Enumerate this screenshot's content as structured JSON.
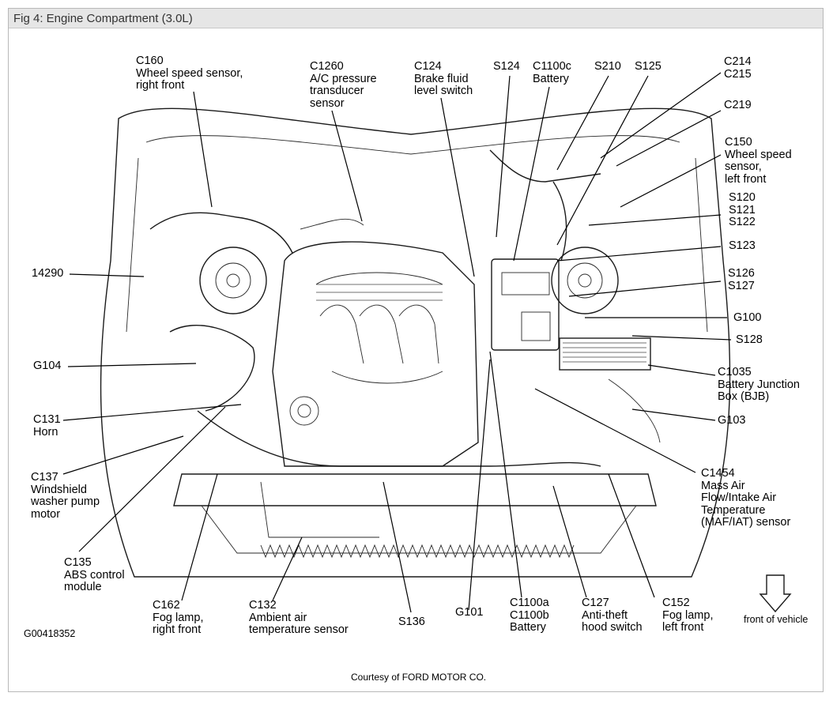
{
  "figure": {
    "title": "Fig 4: Engine Compartment (3.0L)",
    "figure_id": "G00418352",
    "credit": "Courtesy of FORD MOTOR CO.",
    "orientation_label": "front of vehicle"
  },
  "labels": {
    "c160": "C160\nWheel speed sensor,\nright front",
    "c1260": "C1260\nA/C pressure\ntransducer\nsensor",
    "c124": "C124\nBrake fluid\nlevel switch",
    "s124": "S124",
    "c1100c": "C1100c\nBattery",
    "s210": "S210",
    "s125": "S125",
    "c214_c215": "C214\nC215",
    "c219": "C219",
    "c150": "C150\nWheel speed\nsensor,\nleft front",
    "s120_s122": "S120\nS121\nS122",
    "s123": "S123",
    "s126_s127": "S126\nS127",
    "g100": "G100",
    "s128": "S128",
    "c1035": "C1035\nBattery Junction\nBox (BJB)",
    "g103": "G103",
    "c1454": "C1454\nMass Air\nFlow/Intake Air\nTemperature\n(MAF/IAT) sensor",
    "n14290": "14290",
    "g104": "G104",
    "c131": "C131\nHorn",
    "c137": "C137\nWindshield\nwasher pump\nmotor",
    "c135": "C135\nABS control\nmodule",
    "c162": "C162\nFog lamp,\nright front",
    "c132": "C132\nAmbient air\ntemperature sensor",
    "s136": "S136",
    "g101": "G101",
    "c1100ab": "C1100a\nC1100b\nBattery",
    "c127": "C127\nAnti-theft\nhood switch",
    "c152": "C152\nFog lamp,\nleft front"
  }
}
